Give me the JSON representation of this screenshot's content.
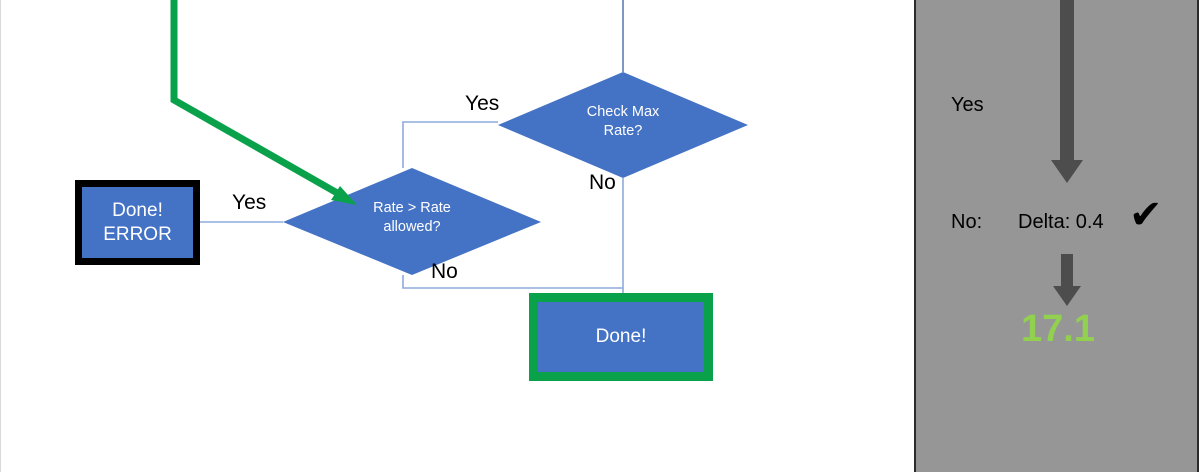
{
  "flowchart": {
    "nodes": {
      "check_max_rate": {
        "label": "Check Max\nRate?",
        "shape": "diamond",
        "fill": "#4472C4"
      },
      "rate_gt_allowed": {
        "label": "Rate > Rate\nallowed?",
        "shape": "diamond",
        "fill": "#4472C4"
      },
      "done_error": {
        "label": "Done!\nERROR",
        "shape": "rect",
        "fill": "#4472C4",
        "border": "#000000"
      },
      "done_ok": {
        "label": "Done!",
        "shape": "rect",
        "fill": "#4472C4",
        "border": "#0AA14B"
      }
    },
    "edge_labels": {
      "yes_check_max": "Yes",
      "no_check_max": "No",
      "yes_rate_allowed": "Yes",
      "no_rate_allowed": "No"
    },
    "highlight_arrow_color": "#0AA14B",
    "connector_color": "#8EAADB"
  },
  "panel": {
    "background": "#969696",
    "yes_label": "Yes",
    "no_label": "No:",
    "delta_label": "Delta: 0.4",
    "check_glyph": "✔",
    "result_value": "17.1",
    "result_color": "#92D050",
    "arrow_color": "#4D4D4D"
  }
}
